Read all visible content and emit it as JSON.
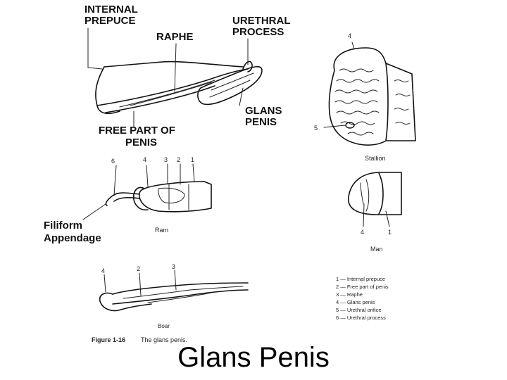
{
  "slide_title": "Glans Penis",
  "labels": {
    "internal_prepuce": [
      "INTERNAL",
      "PREPUCE"
    ],
    "raphe": "RAPHE",
    "urethral_process": [
      "URETHRAL",
      "PROCESS"
    ],
    "glans_penis": [
      "GLANS",
      "PENIS"
    ],
    "free_part": [
      "FREE PART OF",
      "PENIS"
    ],
    "filiform": [
      "Filiform",
      "Appendage"
    ]
  },
  "species": {
    "stallion": "Stallion",
    "ram": "Ram",
    "man": "Man",
    "boar": "Boar"
  },
  "numbers": {
    "stallion_4": "4",
    "stallion_5": "5",
    "ram_6": "6",
    "ram_4": "4",
    "ram_3": "3",
    "ram_2": "2",
    "ram_1": "1",
    "man_4": "4",
    "man_1": "1",
    "boar_4": "4",
    "boar_2": "2",
    "boar_3": "3"
  },
  "legend": [
    "1 — Internal prepuce",
    "2 — Free part of penis",
    "3 — Raphe",
    "4 — Glans penis",
    "5 — Urethral orifice",
    "6 — Urethral process"
  ],
  "figure_caption": [
    "Figure 1-16",
    "The glans penis."
  ]
}
